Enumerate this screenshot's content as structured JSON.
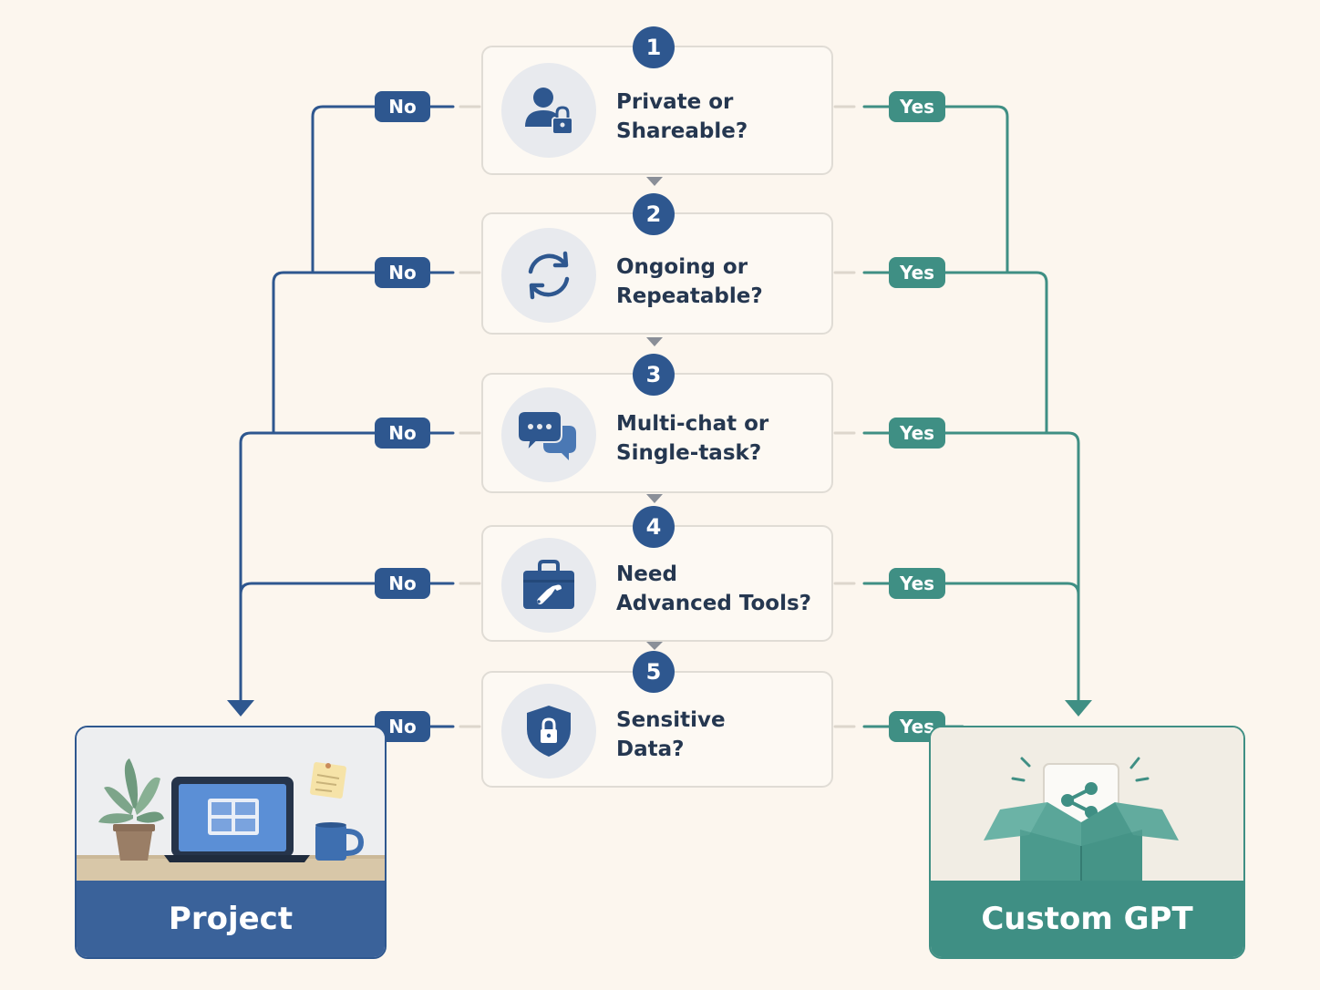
{
  "steps": [
    {
      "number": "1",
      "title": "Private or\nShareable?",
      "icon": "person-lock-icon"
    },
    {
      "number": "2",
      "title": "Ongoing or\nRepeatable?",
      "icon": "refresh-icon"
    },
    {
      "number": "3",
      "title": "Multi-chat or\nSingle-task?",
      "icon": "chat-bubbles-icon"
    },
    {
      "number": "4",
      "title": "Need\nAdvanced Tools?",
      "icon": "toolbox-icon"
    },
    {
      "number": "5",
      "title": "Sensitive\nData?",
      "icon": "shield-lock-icon"
    }
  ],
  "branch_labels": {
    "no": "No",
    "yes": "Yes"
  },
  "outcomes": {
    "project": {
      "label": "Project",
      "illustration": "desk-laptop-illustration"
    },
    "custom_gpt": {
      "label": "Custom GPT",
      "illustration": "share-box-illustration"
    }
  },
  "colors": {
    "background": "#fcf6ee",
    "no_branch": "#2e578f",
    "yes_branch": "#3f8f84",
    "step_text": "#253750"
  }
}
